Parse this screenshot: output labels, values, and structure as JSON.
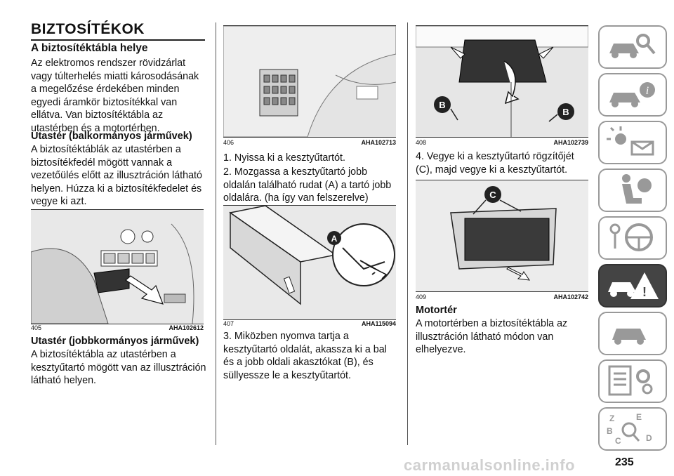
{
  "col1": {
    "main_title": "BIZTOSÍTÉKOK",
    "section_title": "A biztosítéktábla helye",
    "intro": "Az elektromos rendszer rövidzárlat vagy túlterhelés miatti károsodásának a megelőzése érdekében minden egyedi áramkör biztosítékkal van ellátva. Van biztosítéktábla az utastérben és a motortérben.",
    "heading_left": "Utastér (balkormányos járművek)",
    "text_left": "A biztosítéktáblák az utastérben a biztosítékfedél mögött vannak a vezetőülés előtt az illusztráción látható helyen. Húzza ki a biztosítékfedelet és vegye ki azt.",
    "fig_num": "405",
    "fig_code": "AHA102612",
    "heading_right": "Utastér (jobbkormányos járművek)",
    "text_right": "A biztosítéktábla az utastérben a kesztyűtartó mögött van az illusztráción látható helyen."
  },
  "col2": {
    "fig1_num": "406",
    "fig1_code": "AHA102713",
    "step1": "1. Nyissa ki a kesztyűtartót.",
    "step2": "2. Mozgassa a kesztyűtartó jobb oldalán található rudat (A) a tartó jobb oldalára. (ha így van felszerelve)",
    "fig2_num": "407",
    "fig2_code": "AHA115094",
    "fig2_label": "A",
    "step3": "3. Miközben nyomva tartja a kesztyűtartó oldalát, akassza ki a bal és a jobb oldali akasztókat (B), és süllyessze le a kesztyűtartót."
  },
  "col3": {
    "fig1_num": "408",
    "fig1_code": "AHA102739",
    "fig1_label_left": "B",
    "fig1_label_right": "B",
    "step4": "4. Vegye ki a kesztyűtartó rögzítőjét (C), majd vegye ki a kesztyűtartót.",
    "fig2_num": "409",
    "fig2_code": "AHA102742",
    "fig2_label": "C",
    "heading": "Motortér",
    "text": "A motortérben a biztosítéktábla az illusztráción látható módon van elhelyezve."
  },
  "sidebar": {
    "tabs": [
      {
        "icon": "car-search-icon"
      },
      {
        "icon": "car-info-icon"
      },
      {
        "icon": "dashboard-lights-icon"
      },
      {
        "icon": "airbag-passenger-icon"
      },
      {
        "icon": "steering-key-icon"
      },
      {
        "icon": "car-warning-icon",
        "active": true
      },
      {
        "icon": "car-maintenance-icon"
      },
      {
        "icon": "technical-data-icon"
      },
      {
        "icon": "index-search-icon"
      }
    ]
  },
  "page_number": "235",
  "watermark": "carmanualsonline.info"
}
